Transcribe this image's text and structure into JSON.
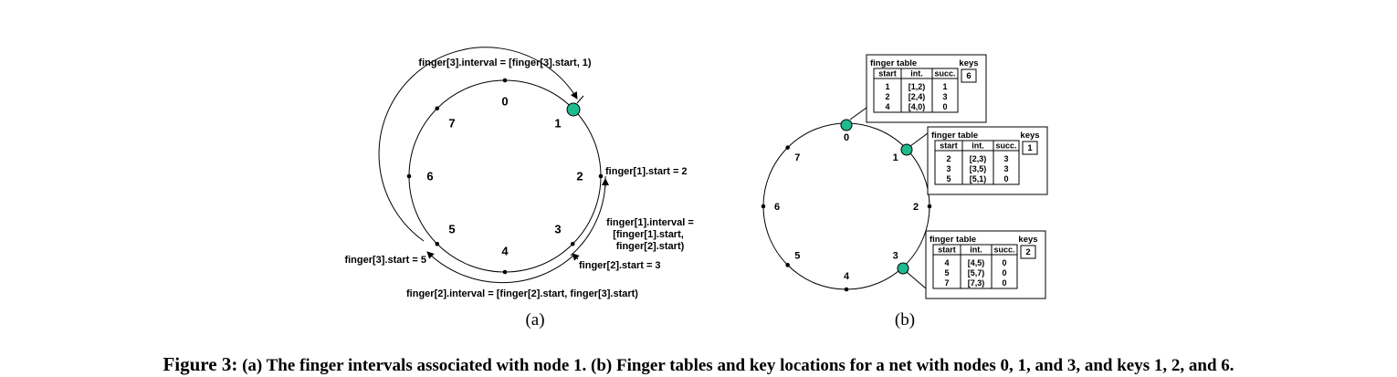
{
  "panel_a": {
    "label": "(a)",
    "node_labels": [
      "0",
      "1",
      "2",
      "3",
      "4",
      "5",
      "6",
      "7"
    ],
    "annotations": {
      "f3_interval": "finger[3].interval = [finger[3].start, 1)",
      "f1_start": "finger[1].start = 2",
      "f1_interval_l1": "finger[1].interval =",
      "f1_interval_l2": "[finger[1].start,",
      "f1_interval_l3": "finger[2].start)",
      "f2_start": "finger[2].start = 3",
      "f3_start": "finger[3].start = 5",
      "f2_interval": "finger[2].interval = [finger[2].start, finger[3].start)"
    },
    "active_node": "1"
  },
  "panel_b": {
    "label": "(b)",
    "node_labels": [
      "0",
      "1",
      "2",
      "3",
      "4",
      "5",
      "6",
      "7"
    ],
    "active_nodes": [
      "0",
      "1",
      "3"
    ],
    "tables": [
      {
        "node": "0",
        "title": "finger table",
        "headers": [
          "start",
          "int.",
          "succ."
        ],
        "rows": [
          [
            "1",
            "[1,2)",
            "1"
          ],
          [
            "2",
            "[2,4)",
            "3"
          ],
          [
            "4",
            "[4,0)",
            "0"
          ]
        ],
        "keys_label": "keys",
        "keys": "6"
      },
      {
        "node": "1",
        "title": "finger table",
        "headers": [
          "start",
          "int.",
          "succ."
        ],
        "rows": [
          [
            "2",
            "[2,3)",
            "3"
          ],
          [
            "3",
            "[3,5)",
            "3"
          ],
          [
            "5",
            "[5,1)",
            "0"
          ]
        ],
        "keys_label": "keys",
        "keys": "1"
      },
      {
        "node": "3",
        "title": "finger table",
        "headers": [
          "start",
          "int.",
          "succ."
        ],
        "rows": [
          [
            "4",
            "[4,5)",
            "0"
          ],
          [
            "5",
            "[5,7)",
            "0"
          ],
          [
            "7",
            "[7,3)",
            "0"
          ]
        ],
        "keys_label": "keys",
        "keys": "2"
      }
    ]
  },
  "caption": {
    "prefix": "Figure 3:",
    "text": "(a) The finger intervals associated with node 1. (b) Finger tables and key locations for a net with nodes 0, 1, and 3, and keys 1, 2, and 6."
  },
  "colors": {
    "node_fill": "#1fba8f",
    "stroke": "#000000"
  }
}
